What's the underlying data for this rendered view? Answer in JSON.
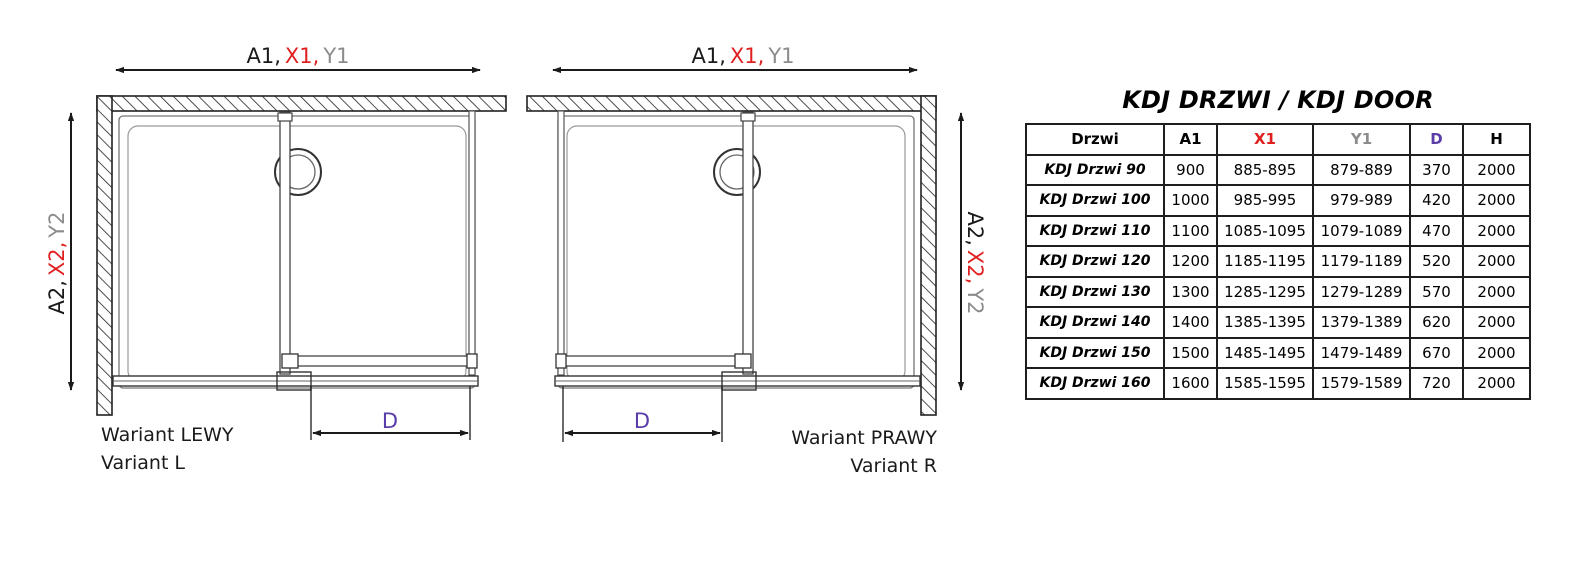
{
  "left_view": {
    "top_label": {
      "a": "A1,",
      "x": "X1,",
      "y": "Y1"
    },
    "side_label": {
      "a": "A2,",
      "x": "X2,",
      "y": "Y2"
    },
    "d_label": "D",
    "variant_line1": "Wariant LEWY",
    "variant_line2": "Variant L"
  },
  "right_view": {
    "top_label": {
      "a": "A1,",
      "x": "X1,",
      "y": "Y1"
    },
    "side_label": {
      "a": "A2,",
      "x": "X2,",
      "y": "Y2"
    },
    "d_label": "D",
    "variant_line1": "Wariant PRAWY",
    "variant_line2": "Variant R"
  },
  "colors": {
    "x_red": "#e02020",
    "y_gray": "#8c8c8c",
    "d_violet": "#5a3da8"
  },
  "spec_table": {
    "title": "KDJ DRZWI / KDJ DOOR",
    "headers": [
      "Drzwi",
      "A1",
      "X1",
      "Y1",
      "D",
      "H"
    ],
    "rows": [
      [
        "KDJ Drzwi 90",
        "900",
        "885-895",
        "879-889",
        "370",
        "2000"
      ],
      [
        "KDJ Drzwi 100",
        "1000",
        "985-995",
        "979-989",
        "420",
        "2000"
      ],
      [
        "KDJ Drzwi 110",
        "1100",
        "1085-1095",
        "1079-1089",
        "470",
        "2000"
      ],
      [
        "KDJ Drzwi 120",
        "1200",
        "1185-1195",
        "1179-1189",
        "520",
        "2000"
      ],
      [
        "KDJ Drzwi 130",
        "1300",
        "1285-1295",
        "1279-1289",
        "570",
        "2000"
      ],
      [
        "KDJ Drzwi 140",
        "1400",
        "1385-1395",
        "1379-1389",
        "620",
        "2000"
      ],
      [
        "KDJ Drzwi 150",
        "1500",
        "1485-1495",
        "1479-1489",
        "670",
        "2000"
      ],
      [
        "KDJ Drzwi 160",
        "1600",
        "1585-1595",
        "1579-1589",
        "720",
        "2000"
      ]
    ]
  }
}
